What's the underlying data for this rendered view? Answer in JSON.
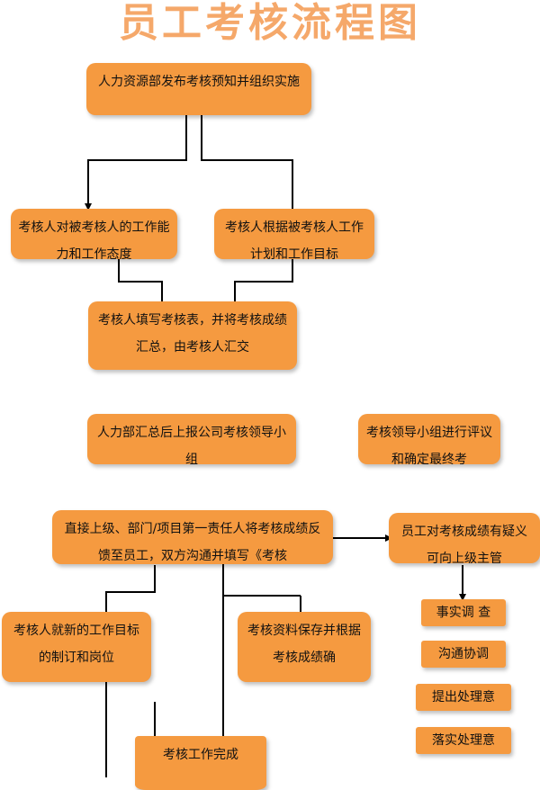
{
  "title": "员工考核流程图",
  "boxes": {
    "b1": "人力资源部发布考核预知并组织实施",
    "b2": "考核人对被考核人的工作能力和工作态度",
    "b3": "考核人根据被考核人工作计划和工作目标",
    "b4": "考核人填写考核表，并将考核成绩汇总，由考核人汇交",
    "b5": "人力部汇总后上报公司考核领导小组",
    "b6": "考核领导小组进行评议和确定最终考",
    "b7": "直接上级、部门/项目第一责任人将考核成绩反馈至员工，双方沟通并填写《考核",
    "b8": "员工对考核成绩有疑义可向上级主管",
    "b9": "考核人就新的工作目标的制订和岗位",
    "b10": "考核资料保存并根据考核成绩确",
    "b11": "事实调 查",
    "b12": "沟通协调",
    "b13": "提出处理意",
    "b14": "落实处理意",
    "b15": "考核工作完成"
  }
}
